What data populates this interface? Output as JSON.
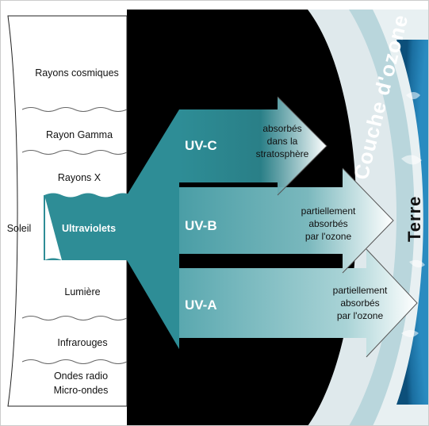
{
  "spectrum": {
    "sun_label": "Soleil",
    "bands": [
      {
        "label": "Rayons cosmiques"
      },
      {
        "label": "Rayon Gamma"
      },
      {
        "label": "Rayons X"
      },
      {
        "label": "Ultraviolets"
      },
      {
        "label": "Lumière"
      },
      {
        "label": "Infrarouges"
      },
      {
        "label": "Ondes radio",
        "label2": "Micro-ondes"
      }
    ]
  },
  "uv": {
    "c": {
      "label": "UV-C",
      "note1": "absorbés",
      "note2": "dans la",
      "note3": "stratosphère"
    },
    "b": {
      "label": "UV-B",
      "note1": "partiellement",
      "note2": "absorbés",
      "note3": "par l'ozone"
    },
    "a": {
      "label": "UV-A",
      "note1": "partiellement",
      "note2": "absorbés",
      "note3": "par l'ozone"
    }
  },
  "ozone_label": "Couche d'ozone",
  "earth_label": "Terre",
  "colors": {
    "teal": "#2e8d96",
    "teal_light": "#a9d3d6",
    "space": "#000000",
    "ozone": "#b9d6dc",
    "earth_blue": "#1f7fb4"
  }
}
